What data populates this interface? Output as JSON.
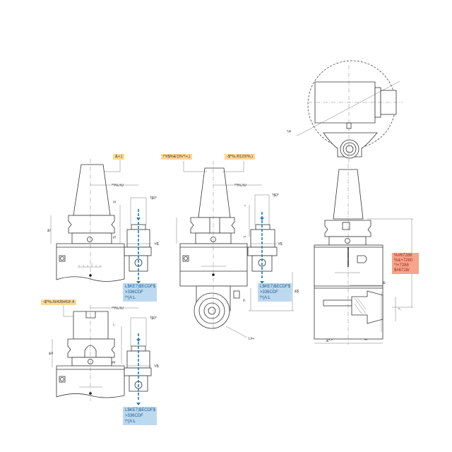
{
  "view_top_left": {
    "tag": "&+.)",
    "dims": [
      "**/%,%!",
      "'!$0*",
      "!#",
      "&!",
      "#!",
      "'#$"
    ],
    "info": [
      "L$KE7)$ECDF$",
      ">336CDF",
      "!*(A:L"
    ]
  },
  "view_top_middle": {
    "tag_left": "!*#$%&'()%*!+,)",
    "tag_right": "-$*%./0123!%.)",
    "dims": [
      "**/%,%!",
      "'!$0*",
      "*",
      "!*",
      "'#$",
      "&$",
      "#.",
      "L#+"
    ],
    "info": [
      "L$KE7)$ECDF$",
      ">336CDF",
      "!*(A:L"
    ]
  },
  "view_bottom_left": {
    "tag": "-$*%./0/435#63!.4",
    "dims": [
      "**/%,%!",
      "'!$0*",
      "!-",
      "&#",
      "##",
      "'#$"
    ],
    "info": [
      "L$KE7)$ECDF$",
      ">336CDF",
      "!*(A:L"
    ]
  },
  "view_right": {
    "label": "'!#!",
    "dims": [
      "&-",
      "*-",
      "&*-*",
      "**"
    ],
    "info": [
      "%#67288",
      "%&+7280",
      "*!+7288",
      "$#6728/"
    ]
  },
  "colors": {
    "accent_blue": "#1a7ac4",
    "tag_yellow": "#fbd89a",
    "info_blue": "#bcd9ef",
    "info_salmon": "#f6a48c"
  }
}
